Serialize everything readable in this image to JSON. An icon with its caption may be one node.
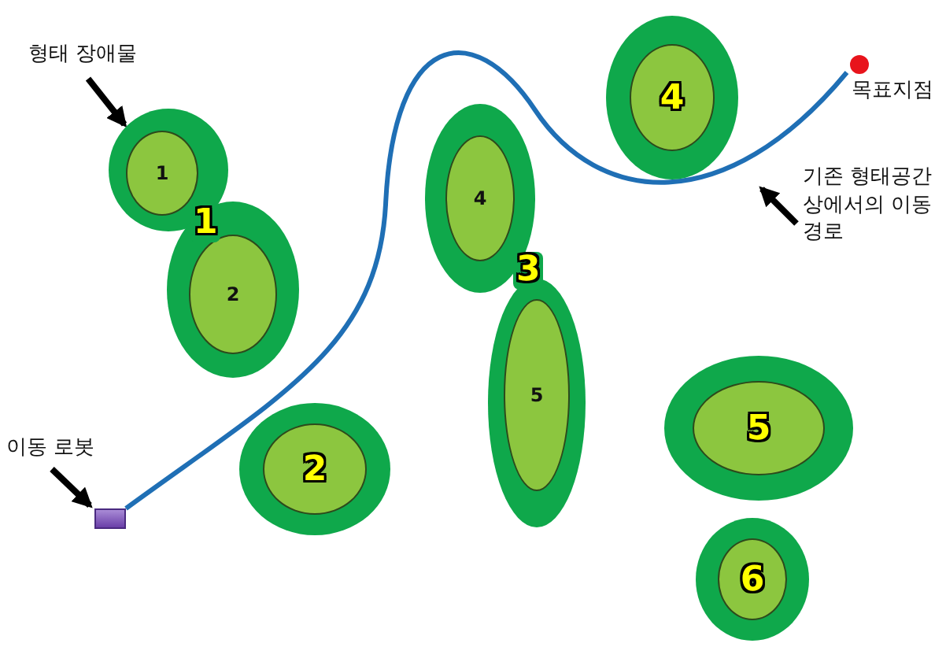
{
  "diagram": {
    "nodes": [
      {
        "text": [
          "형태 장애물"
        ]
      },
      {
        "text": [],
        "shape": "ellipse"
      },
      {
        "text": [
          "1"
        ],
        "in": 1
      },
      {
        "text": [],
        "shape": "ellipse"
      },
      {
        "text": [
          "2"
        ],
        "in": 3
      },
      {
        "text": [],
        "shape": "ellipse"
      },
      {
        "text": [
          "4"
        ],
        "in": 5
      },
      {
        "text": [],
        "shape": "ellipse"
      },
      {
        "text": [
          "4"
        ],
        "in": 7
      },
      {
        "text": [],
        "shape": "ellipse"
      },
      {
        "text": [
          "5"
        ],
        "in": 9
      },
      {
        "text": [],
        "shape": "ellipse"
      },
      {
        "text": [
          "2"
        ],
        "in": 11
      },
      {
        "text": [],
        "shape": "ellipse"
      },
      {
        "text": [
          "5"
        ],
        "in": 13
      },
      {
        "text": [],
        "shape": "ellipse"
      },
      {
        "text": [
          "6"
        ],
        "in": 15
      },
      {
        "text": [
          "이동 로봇"
        ]
      },
      {
        "text": [],
        "shape": "box"
      },
      {
        "text": [],
        "shape": "circle",
        "beside": [
          "목표지점"
        ]
      },
      {
        "text": [
          "기존 형태공간 상에서의 이동 경로"
        ]
      }
    ],
    "edges": [
      {
        "from": 0,
        "to": 1,
        "arrow": "to"
      },
      {
        "from": 17,
        "to": 18,
        "arrow": "to"
      },
      {
        "from": 20,
        "to": null,
        "arrow": "to"
      },
      {
        "from": 18,
        "to": 19,
        "arrow": "none",
        "color": "#1f6fb5"
      }
    ],
    "labels": [
      "1",
      "3"
    ]
  }
}
